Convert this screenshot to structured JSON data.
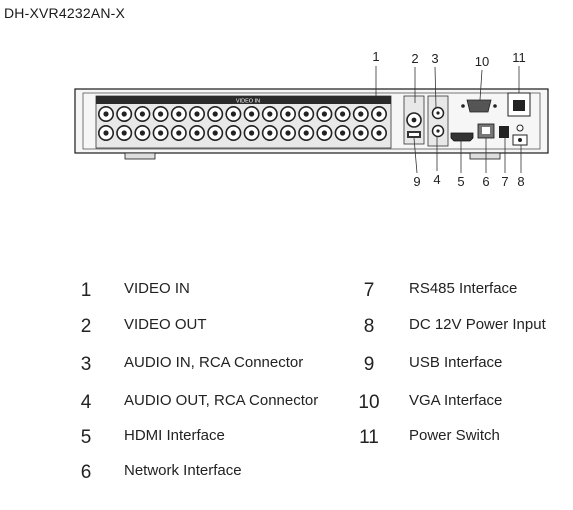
{
  "model": "DH-XVR4232AN-X",
  "panel_label": "VIDEO IN",
  "callouts": [
    "1",
    "2",
    "3",
    "4",
    "5",
    "6",
    "7",
    "8",
    "9",
    "10",
    "11"
  ],
  "legend": [
    {
      "num": "1",
      "label": "VIDEO IN"
    },
    {
      "num": "2",
      "label": "VIDEO OUT"
    },
    {
      "num": "3",
      "label": "AUDIO IN, RCA Connector"
    },
    {
      "num": "4",
      "label": "AUDIO OUT, RCA Connector"
    },
    {
      "num": "5",
      "label": "HDMI  Interface"
    },
    {
      "num": "6",
      "label": "Network Interface"
    },
    {
      "num": "7",
      "label": "RS485 Interface"
    },
    {
      "num": "8",
      "label": "DC 12V Power Input"
    },
    {
      "num": "9",
      "label": "USB Interface"
    },
    {
      "num": "10",
      "label": "VGA Interface"
    },
    {
      "num": "11",
      "label": "Power Switch"
    }
  ],
  "colors": {
    "line": "#1a1a1a",
    "panel": "#f2f2f2",
    "port": "#2a2a2a"
  }
}
